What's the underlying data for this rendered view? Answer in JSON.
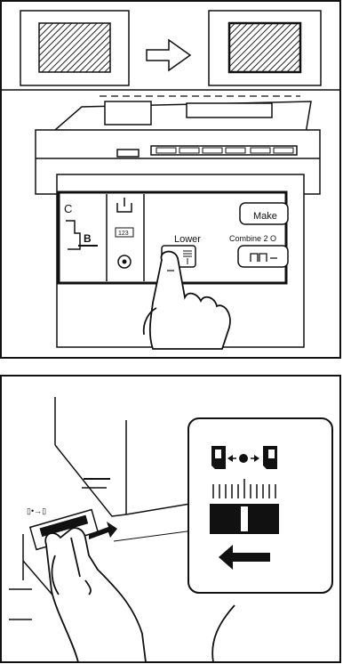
{
  "panel1": {
    "labels": {
      "c": "C",
      "b": "B",
      "counter": "123",
      "lower": "Lower",
      "make": "Make",
      "combine": "Combine 2 O"
    }
  },
  "panel2": {
    "icons": [
      "original-page-icon",
      "dot-icon",
      "copy-page-icon",
      "left-arrow-icon"
    ]
  }
}
